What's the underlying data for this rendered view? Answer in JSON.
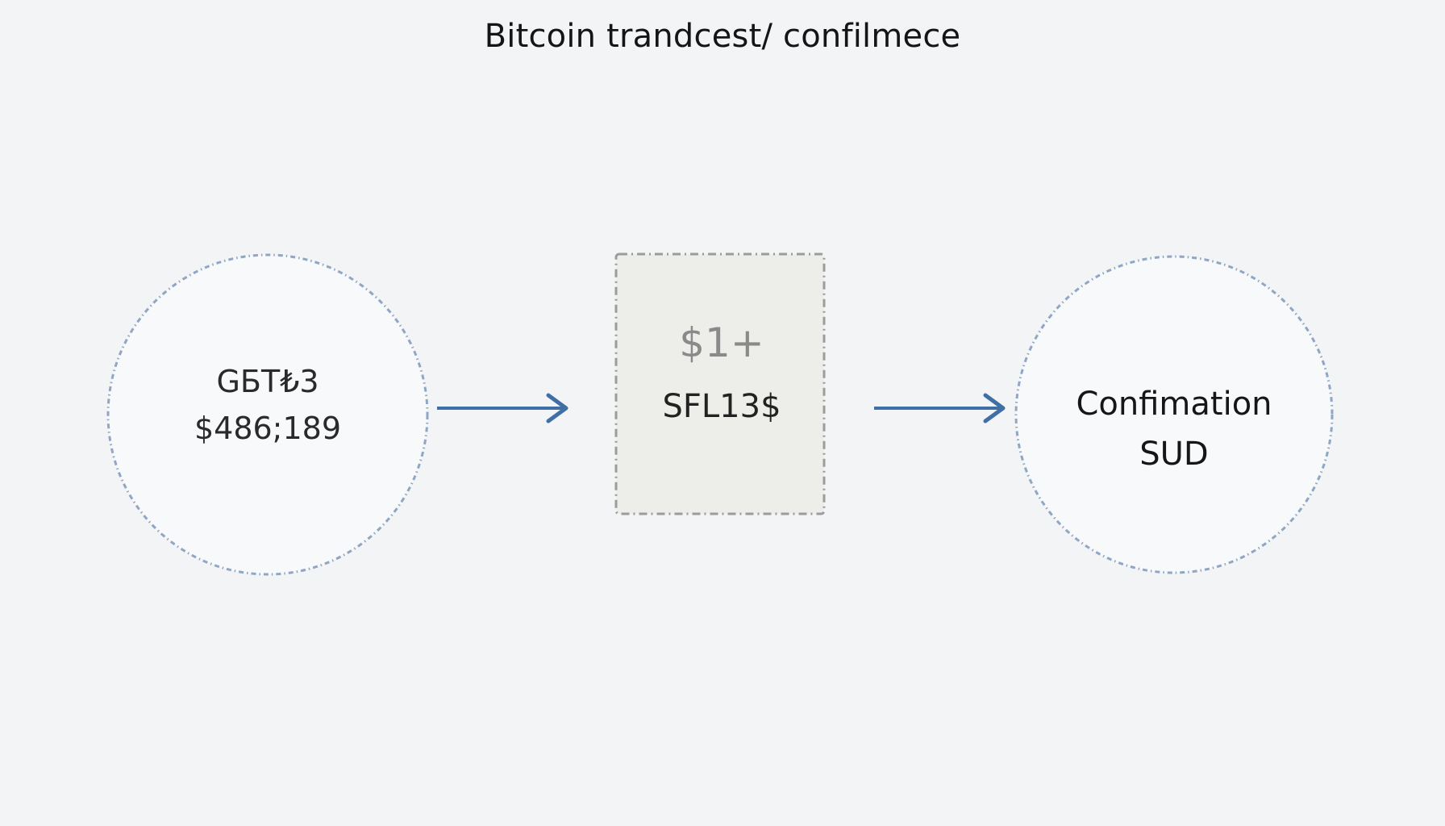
{
  "title": "Bitcoin trandcest/ confilmece",
  "colors": {
    "background": "#f3f4f5",
    "circle_fill": "#f8f9fb",
    "circle_stroke": "#8fa6c4",
    "box_fill": "#ededea",
    "box_stroke": "#9c9c9c",
    "arrow": "#3f6fa5"
  },
  "nodes": {
    "left": {
      "line_1": "GБT₺3",
      "line_2": "$486;189"
    },
    "middle": {
      "line_1": "$1+",
      "line_2": "SFL13$"
    },
    "right": {
      "line_1": "Confimation",
      "line_2": "SUD"
    }
  }
}
